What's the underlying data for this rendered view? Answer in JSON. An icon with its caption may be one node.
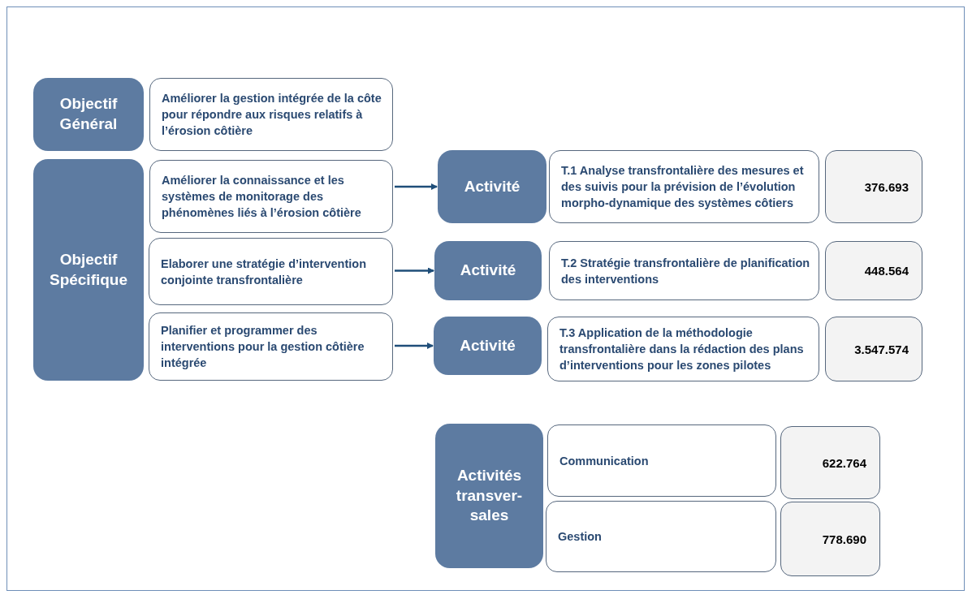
{
  "diagram": {
    "nodes": [
      {
        "text": [
          "Objectif Général"
        ]
      },
      {
        "text": [
          "Améliorer la gestion intégrée de la côte pour répondre aux risques relatifs à l’érosion côtière"
        ]
      },
      {
        "text": [
          "Objectif Spécifique"
        ]
      },
      {
        "text": [
          "Améliorer la connaissance et les systèmes de monitorage des phénomènes liés à l’érosion côtière"
        ]
      },
      {
        "text": [
          "Activité"
        ]
      },
      {
        "text": [
          "T.1 Analyse transfrontalière des mesures et des suivis pour la prévision de l’évolution morpho-dynamique des systèmes côtiers"
        ]
      },
      {
        "text": [
          "376.693"
        ]
      },
      {
        "text": [
          "Elaborer une stratégie d’intervention conjointe transfrontalière"
        ]
      },
      {
        "text": [
          "Activité"
        ]
      },
      {
        "text": [
          "T.2 Stratégie transfrontalière de planification des interventions"
        ]
      },
      {
        "text": [
          "448.564"
        ]
      },
      {
        "text": [
          "Planifier et programmer des interventions pour la gestion côtière intégrée"
        ]
      },
      {
        "text": [
          "Activité"
        ]
      },
      {
        "text": [
          "T.3  Application de la méthodologie transfrontalière dans la rédaction des plans d’interventions pour les zones pilotes"
        ]
      },
      {
        "text": [
          "3.547.574"
        ]
      },
      {
        "text": [
          "Activités transver-sales"
        ]
      },
      {
        "text": [
          "Communication"
        ]
      },
      {
        "text": [
          "622.764"
        ]
      },
      {
        "text": [
          "Gestion"
        ]
      },
      {
        "text": [
          "778.690"
        ]
      }
    ],
    "edges": [
      {
        "from": 3,
        "to": 4,
        "arrow": "to"
      },
      {
        "from": 7,
        "to": 8,
        "arrow": "to"
      },
      {
        "from": 11,
        "to": 12,
        "arrow": "to"
      }
    ]
  }
}
